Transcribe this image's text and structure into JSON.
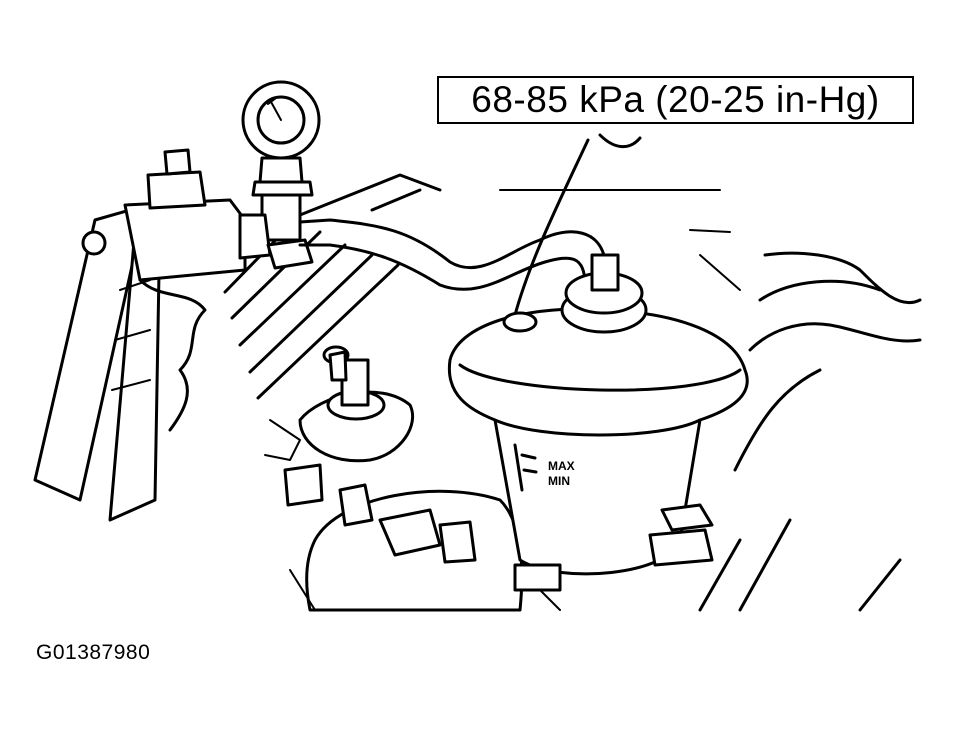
{
  "callout": {
    "text": "68-85 kPa (20-25 in-Hg)"
  },
  "figure_id": "G01387980",
  "reservoir_marks": {
    "max": "MAX",
    "min": "MIN"
  }
}
